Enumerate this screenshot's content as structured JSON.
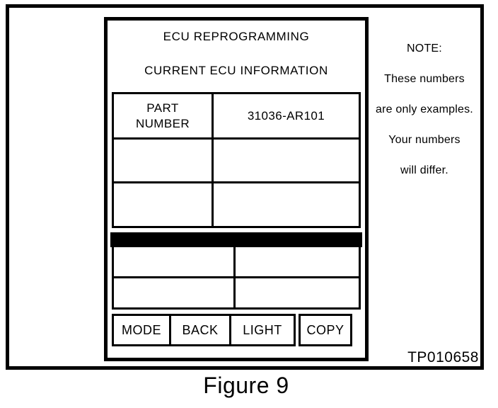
{
  "figure": {
    "caption": "Figure 9",
    "code": "TP010658"
  },
  "screen": {
    "title": "ECU REPROGRAMMING",
    "subtitle": "CURRENT ECU INFORMATION",
    "part_table": {
      "header_label": "PART\nNUMBER",
      "header_value": "31036-AR101",
      "row2_label": "",
      "row2_value": "",
      "row3_label": "",
      "row3_value": ""
    },
    "lower_table": {
      "row1_left": "",
      "row1_right": "",
      "row2_left": "",
      "row2_right": ""
    },
    "buttons": [
      {
        "label": "MODE"
      },
      {
        "label": "BACK"
      },
      {
        "label": "LIGHT"
      },
      {
        "label": "COPY"
      }
    ]
  },
  "note": {
    "lines": [
      "NOTE:",
      "These numbers",
      "are only examples.",
      "Your numbers",
      "will differ."
    ]
  },
  "colors": {
    "ink": "#000000",
    "paper": "#ffffff"
  }
}
